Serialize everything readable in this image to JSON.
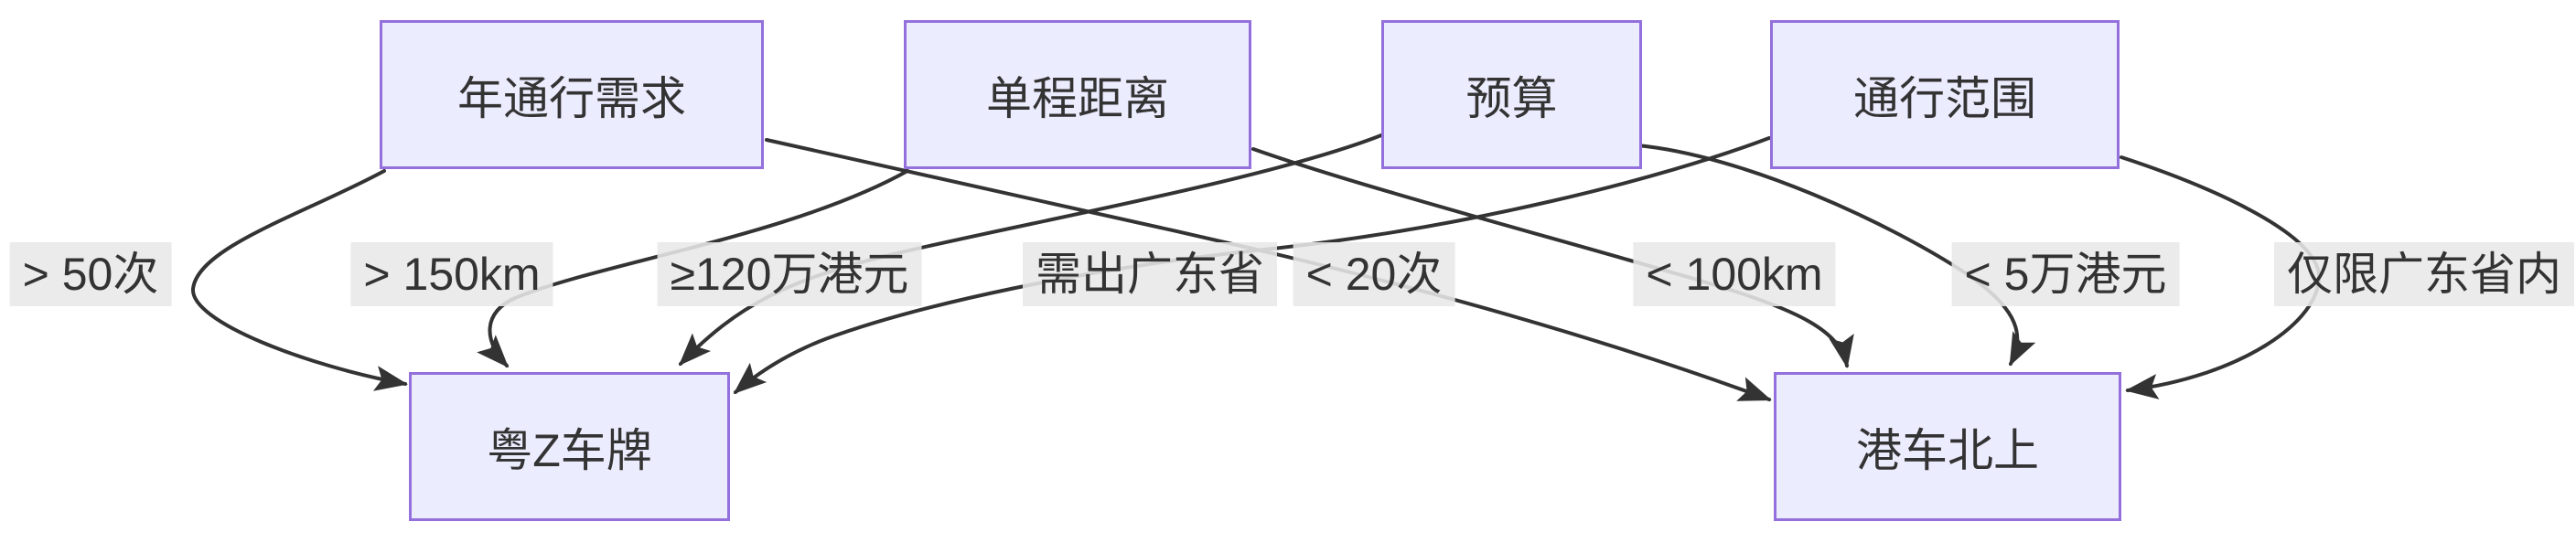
{
  "diagram": {
    "type": "flowchart",
    "orientation": "top-to-bottom",
    "nodes": [
      {
        "id": "annual-pass-demand",
        "label": "年通行需求"
      },
      {
        "id": "single-trip-distance",
        "label": "单程距离"
      },
      {
        "id": "budget",
        "label": "预算"
      },
      {
        "id": "pass-scope",
        "label": "通行范围"
      },
      {
        "id": "yue-z-plate",
        "label": "粤Z车牌"
      },
      {
        "id": "hk-car-northbound",
        "label": "港车北上"
      }
    ],
    "edges": [
      {
        "from": "年通行需求",
        "to": "粤Z车牌",
        "label": "> 50次"
      },
      {
        "from": "单程距离",
        "to": "粤Z车牌",
        "label": "> 150km"
      },
      {
        "from": "预算",
        "to": "粤Z车牌",
        "label": "≥120万港元"
      },
      {
        "from": "通行范围",
        "to": "粤Z车牌",
        "label": "需出广东省"
      },
      {
        "from": "年通行需求",
        "to": "港车北上",
        "label": "< 20次"
      },
      {
        "from": "单程距离",
        "to": "港车北上",
        "label": "< 100km"
      },
      {
        "from": "预算",
        "to": "港车北上",
        "label": "< 5万港元"
      },
      {
        "from": "通行范围",
        "to": "港车北上",
        "label": "仅限广东省内"
      }
    ],
    "colors": {
      "node_fill": "#ECECFF",
      "node_border": "#9370DB",
      "node_text": "#333333",
      "edge_line": "#333333",
      "edge_label_bg": "#e8e8e8",
      "edge_label_text": "#333333",
      "background": "#ffffff"
    }
  }
}
